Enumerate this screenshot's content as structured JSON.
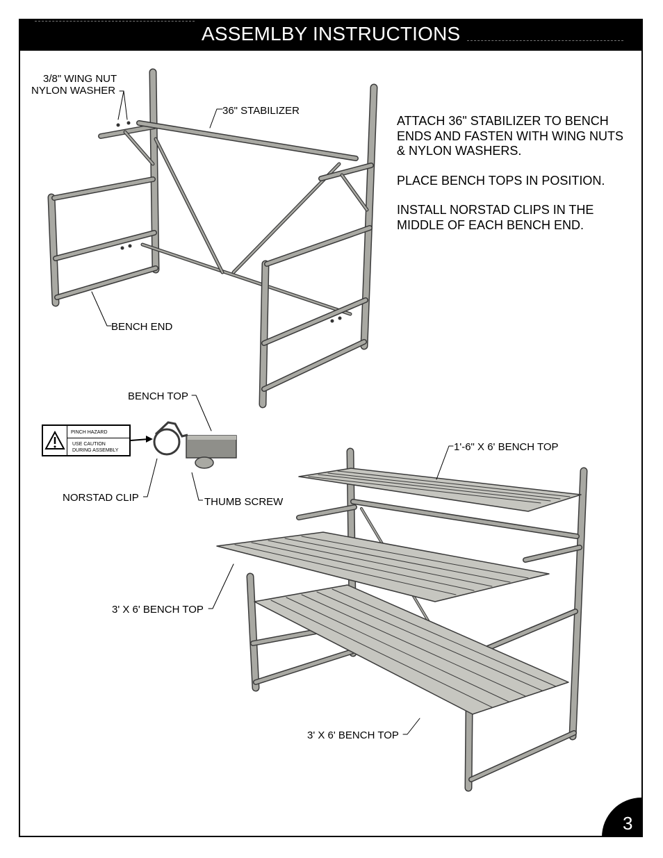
{
  "header": {
    "title": "ASSEMLBY INSTRUCTIONS"
  },
  "instructions": [
    "ATTACH 36\" STABILIZER TO BENCH ENDS AND FASTEN WITH WING NUTS & NYLON WASHERS.",
    "PLACE BENCH TOPS IN POSITION.",
    "INSTALL NORSTAD CLIPS IN THE MIDDLE OF EACH BENCH END."
  ],
  "labels": {
    "wing_nut": "3/8\" WING NUT",
    "nylon_washer": "NYLON WASHER",
    "stabilizer": "36\" STABILIZER",
    "bench_end": "BENCH END",
    "bench_top": "BENCH TOP",
    "norstad_clip": "NORSTAD CLIP",
    "thumb_screw": "THUMB SCREW",
    "top_1_6x6": "1'-6\" X 6' BENCH TOP",
    "top_3x6_upper": "3' X 6' BENCH TOP",
    "top_3x6_lower": "3' X 6' BENCH TOP"
  },
  "warning": {
    "title": "PINCH HAZARD",
    "line1": "USE CAUTION",
    "line2": "DURING ASSEMBLY",
    "icon": "warning-triangle-icon"
  },
  "page_number": "3",
  "colors": {
    "frame_metal": "#a9a9a3",
    "frame_outline": "#3a3a3a",
    "header_bg": "#000000"
  }
}
